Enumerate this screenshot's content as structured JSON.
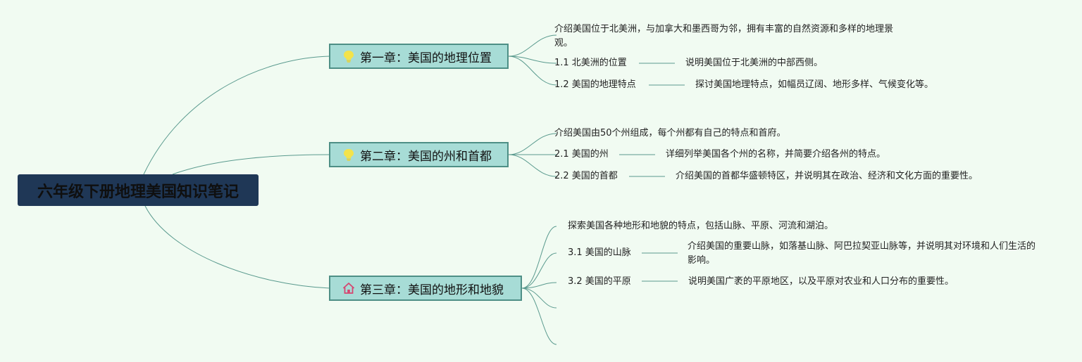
{
  "root": {
    "label": "六年级下册地理美国知识笔记"
  },
  "chapters": [
    {
      "label": "第一章：美国的地理位置",
      "icon": "lightbulb-icon",
      "summary": "介绍美国位于北美洲，与加拿大和墨西哥为邻，拥有丰富的自然资源和多样的地理景观。",
      "sections": [
        {
          "label": "1.1 北美洲的位置",
          "detail": "说明美国位于北美洲的中部西侧。"
        },
        {
          "label": "1.2 美国的地理特点",
          "detail": "探讨美国地理特点，如幅员辽阔、地形多样、气候变化等。"
        }
      ]
    },
    {
      "label": "第二章：美国的州和首都",
      "icon": "lightbulb-icon",
      "summary": "介绍美国由50个州组成，每个州都有自己的特点和首府。",
      "sections": [
        {
          "label": "2.1 美国的州",
          "detail": "详细列举美国各个州的名称，并简要介绍各州的特点。"
        },
        {
          "label": "2.2 美国的首都",
          "detail": "介绍美国的首都华盛顿特区，并说明其在政治、经济和文化方面的重要性。"
        }
      ]
    },
    {
      "label": "第三章：美国的地形和地貌",
      "icon": "home-icon",
      "summary": "探索美国各种地形和地貌的特点，包括山脉、平原、河流和湖泊。",
      "sections": [
        {
          "label": "3.1 美国的山脉",
          "detail": "介绍美国的重要山脉，如落基山脉、阿巴拉契亚山脉等，并说明其对环境和人们生活的影响。"
        },
        {
          "label": "3.2 美国的平原",
          "detail": "说明美国广袤的平原地区，以及平原对农业和人口分布的重要性。"
        }
      ]
    }
  ],
  "colors": {
    "background": "#f1fbf2",
    "root_fill": "#1f3756",
    "chapter_fill": "#a7dcd6",
    "chapter_border": "#4e8f86",
    "link": "#5a9a8e",
    "lightbulb": "#f3e34a",
    "home": "#d64670"
  }
}
